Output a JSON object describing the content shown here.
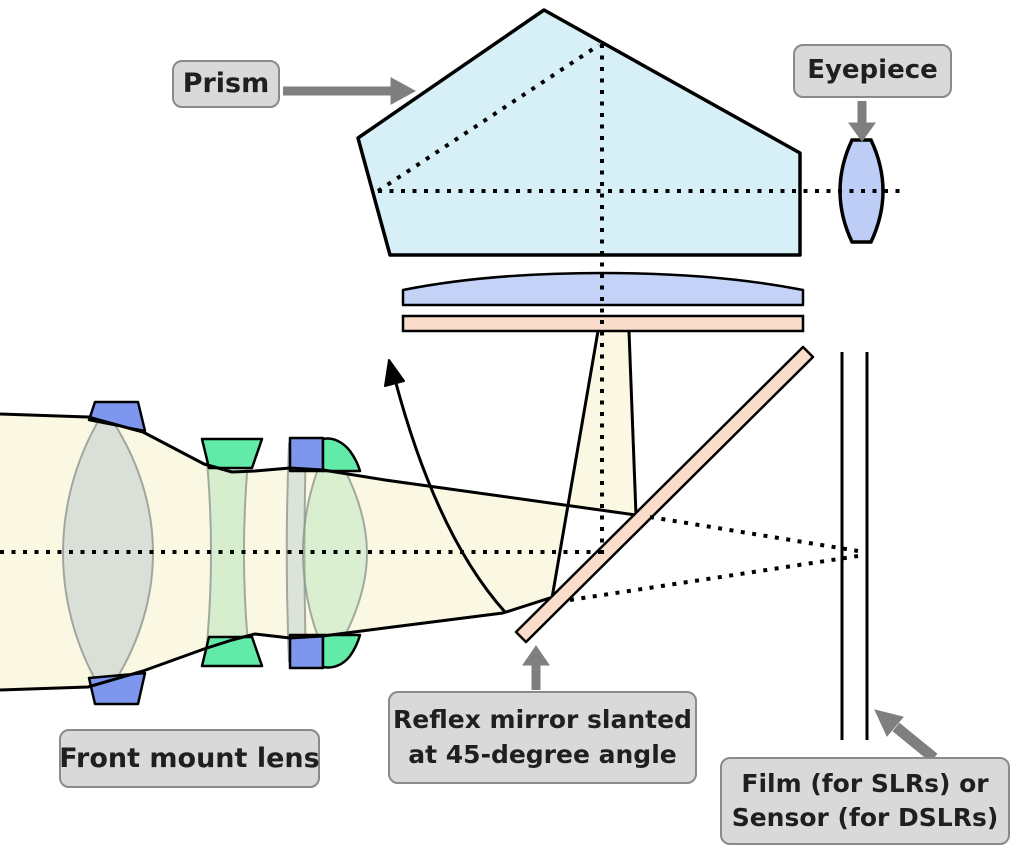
{
  "figure": {
    "type": "optical-path-diagram",
    "components": [
      "pentaprism",
      "eyepiece-lens",
      "condenser-lens",
      "focusing-screen",
      "reflex-mirror",
      "film-plane",
      "front-lens-group",
      "light-beam",
      "optical-axis"
    ]
  },
  "labels": {
    "prism": "Prism",
    "eyepiece": "Eyepiece",
    "reflex_mirror": [
      "Reflex mirror slanted",
      "at 45-degree angle"
    ],
    "front_mount_lens": "Front mount lens",
    "film_sensor": [
      "Film (for SLRs) or",
      "Sensor (for DSLRs)"
    ]
  },
  "colors": {
    "background": "#ffffff",
    "outline": "#000000",
    "beam": "#faf7e2",
    "prism": "#d7f0f8",
    "condenser_lens": "#c4d2f7",
    "eyepiece_lens": "#bdcdf5",
    "screen_and_mirror": "#f9dcc9",
    "lens_mount_blue": "#7e97ee",
    "lens_green": "#62eaa8",
    "lens_body_gray": "#b9c9cd",
    "lens_body_green": "#9ae0ae",
    "label_bg": "#d9d9d9",
    "label_border": "#8a8a8a",
    "label_text": "#1f1f1f",
    "arrow_gray": "#7f7f7f"
  }
}
